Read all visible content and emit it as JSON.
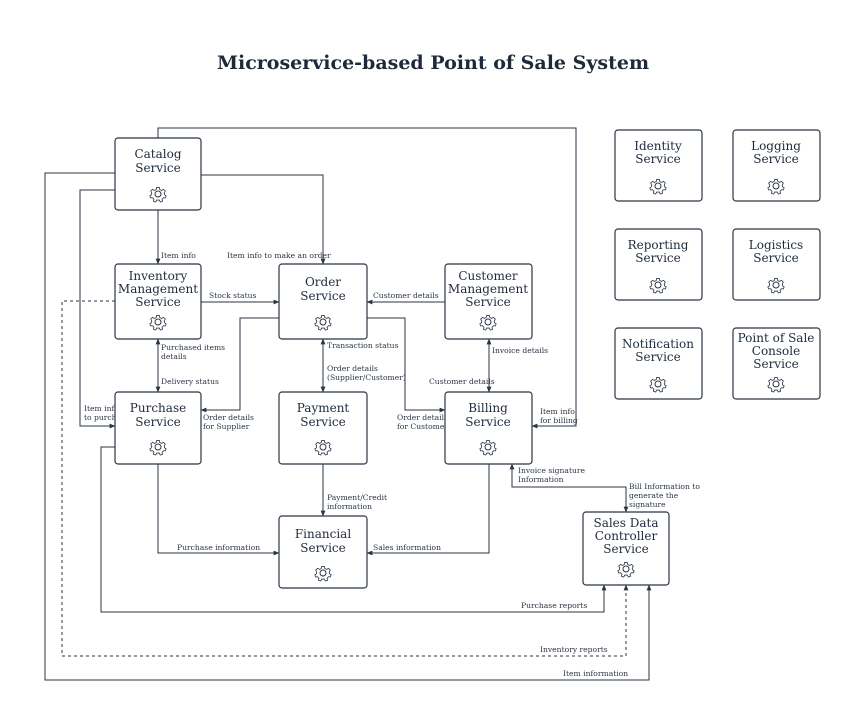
{
  "title": "Microservice-based Point of Sale System",
  "services": {
    "catalog": [
      "Catalog",
      "Service"
    ],
    "inventory": [
      "Inventory",
      "Management",
      "Service"
    ],
    "order": [
      "Order",
      "Service"
    ],
    "customer": [
      "Customer",
      "Management",
      "Service"
    ],
    "purchase": [
      "Purchase",
      "Service"
    ],
    "payment": [
      "Payment",
      "Service"
    ],
    "billing": [
      "Billing",
      "Service"
    ],
    "financial": [
      "Financial",
      "Service"
    ],
    "sales": [
      "Sales Data",
      "Controller",
      "Service"
    ],
    "identity": [
      "Identity",
      "Service"
    ],
    "logging": [
      "Logging",
      "Service"
    ],
    "reporting": [
      "Reporting",
      "Service"
    ],
    "logistics": [
      "Logistics",
      "Service"
    ],
    "notification": [
      "Notification",
      "Service"
    ],
    "pos_console": [
      "Point of Sale",
      "Console",
      "Service"
    ]
  },
  "labels": {
    "item_info": "Item info",
    "item_info_order": "Item info to make an order",
    "stock_status": "Stock status",
    "customer_details_1": "Customer details",
    "purchased_items": [
      "Purchased items",
      "details"
    ],
    "transaction_status": "Transaction status",
    "invoice_details": "Invoice details",
    "delivery_status": "Delivery status",
    "order_details_payment": [
      "Order details",
      "(Supplier/Customer)"
    ],
    "customer_details_2": "Customer details",
    "item_info_purchase": [
      "Item info",
      "to purchase"
    ],
    "order_details_supplier": [
      "Order details",
      "for Supplier"
    ],
    "order_details_customer": [
      "Order details",
      "for Customer"
    ],
    "item_info_billing": [
      "Item info",
      "for billing"
    ],
    "invoice_signature": [
      "Invoice signature",
      "Information"
    ],
    "bill_information": [
      "Bill Information to",
      "generate the",
      "signature"
    ],
    "payment_credit": [
      "Payment/Credit",
      "information"
    ],
    "purchase_information": "Purchase information",
    "sales_information": "Sales information",
    "purchase_reports": "Purchase reports",
    "inventory_reports": "Inventory reports",
    "item_information": "Item information"
  }
}
